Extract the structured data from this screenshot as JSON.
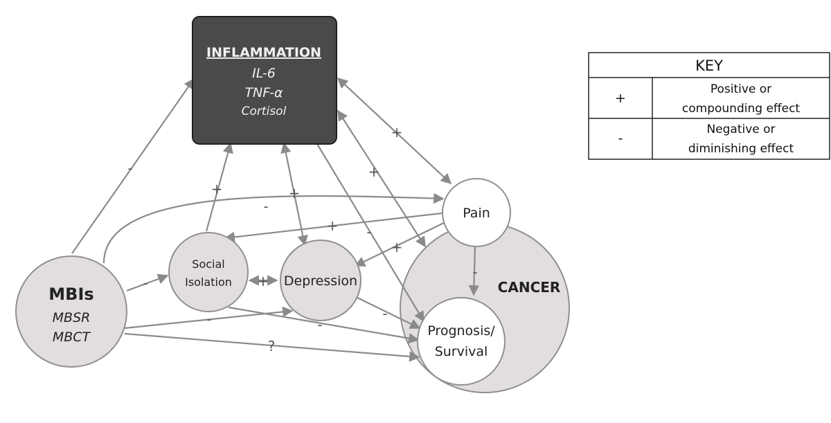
{
  "inflammation": {
    "title": "INFLAMMATION",
    "markers": [
      "IL-6",
      "TNF-α",
      "Cortisol"
    ]
  },
  "nodes": {
    "pain": "Pain",
    "cancer": "CANCER",
    "social_isolation": [
      "Social",
      "Isolation"
    ],
    "depression": "Depression",
    "prognosis": [
      "Prognosis/",
      "Survival"
    ],
    "mbis": {
      "title": "MBIs",
      "items": [
        "MBSR",
        "MBCT"
      ]
    }
  },
  "edge_labels": {
    "mbi_to_inflammation": "-",
    "inflammation_pain": "+",
    "inflammation_to_cancer": "+",
    "social_to_inflammation": "+",
    "depression_inflammation": "+",
    "mbi_to_pain": "-",
    "pain_to_social": "+",
    "pain_to_depression": "+",
    "mbi_to_social": "-",
    "social_depression": "+",
    "pain_to_prognosis": "-",
    "depression_to_prognosis": "-",
    "mbi_to_depression": "-",
    "social_to_prognosis": "-",
    "inflammation_to_prognosis": "-",
    "mbi_to_prognosis": "?"
  },
  "key": {
    "title": "KEY",
    "rows": [
      {
        "symbol": "+",
        "meaning": [
          "Positive or",
          "compounding effect"
        ]
      },
      {
        "symbol": "-",
        "meaning": [
          "Negative or",
          "diminishing effect"
        ]
      }
    ]
  },
  "colors": {
    "inflammation_fill": "#4a4a4a",
    "node_fill": "#e2dde0",
    "node_stroke": "#8f8f8f",
    "arrow": "#8a8a8a"
  }
}
